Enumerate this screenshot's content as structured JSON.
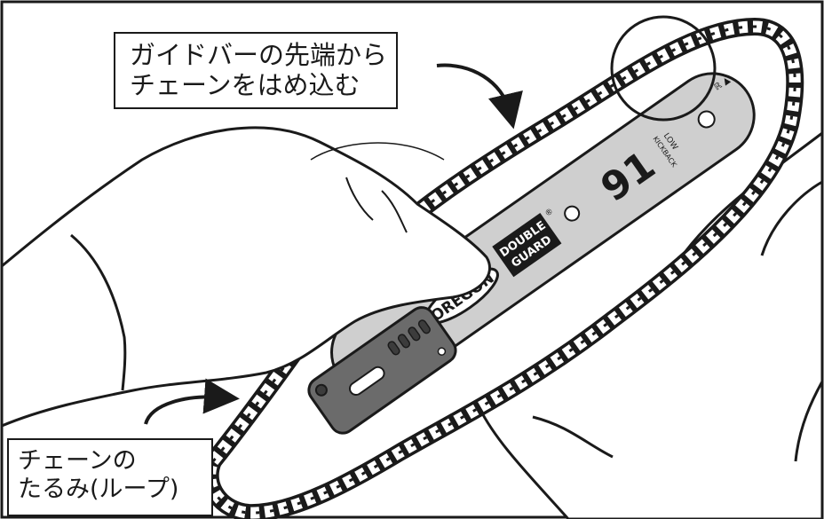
{
  "callouts": {
    "top": {
      "line1": "ガイドバーの先端から",
      "line2": "チェーンをはめ込む"
    },
    "bottom": {
      "line1": "チェーンの",
      "line2": "たるみ(ループ)"
    }
  },
  "bar": {
    "brand": "OREGON",
    "model_number": "91",
    "badge_line1": "DOUBLE",
    "badge_line2": "GUARD",
    "badge_mark": "®",
    "side_line1": "LOW",
    "side_line2": "KICKBACK",
    "tip_mark": "ℝ ▲",
    "color": "#cfcfcf"
  },
  "colors": {
    "outline": "#1a1a1a",
    "adjuster": "#6b6b6b",
    "background": "#ffffff"
  }
}
